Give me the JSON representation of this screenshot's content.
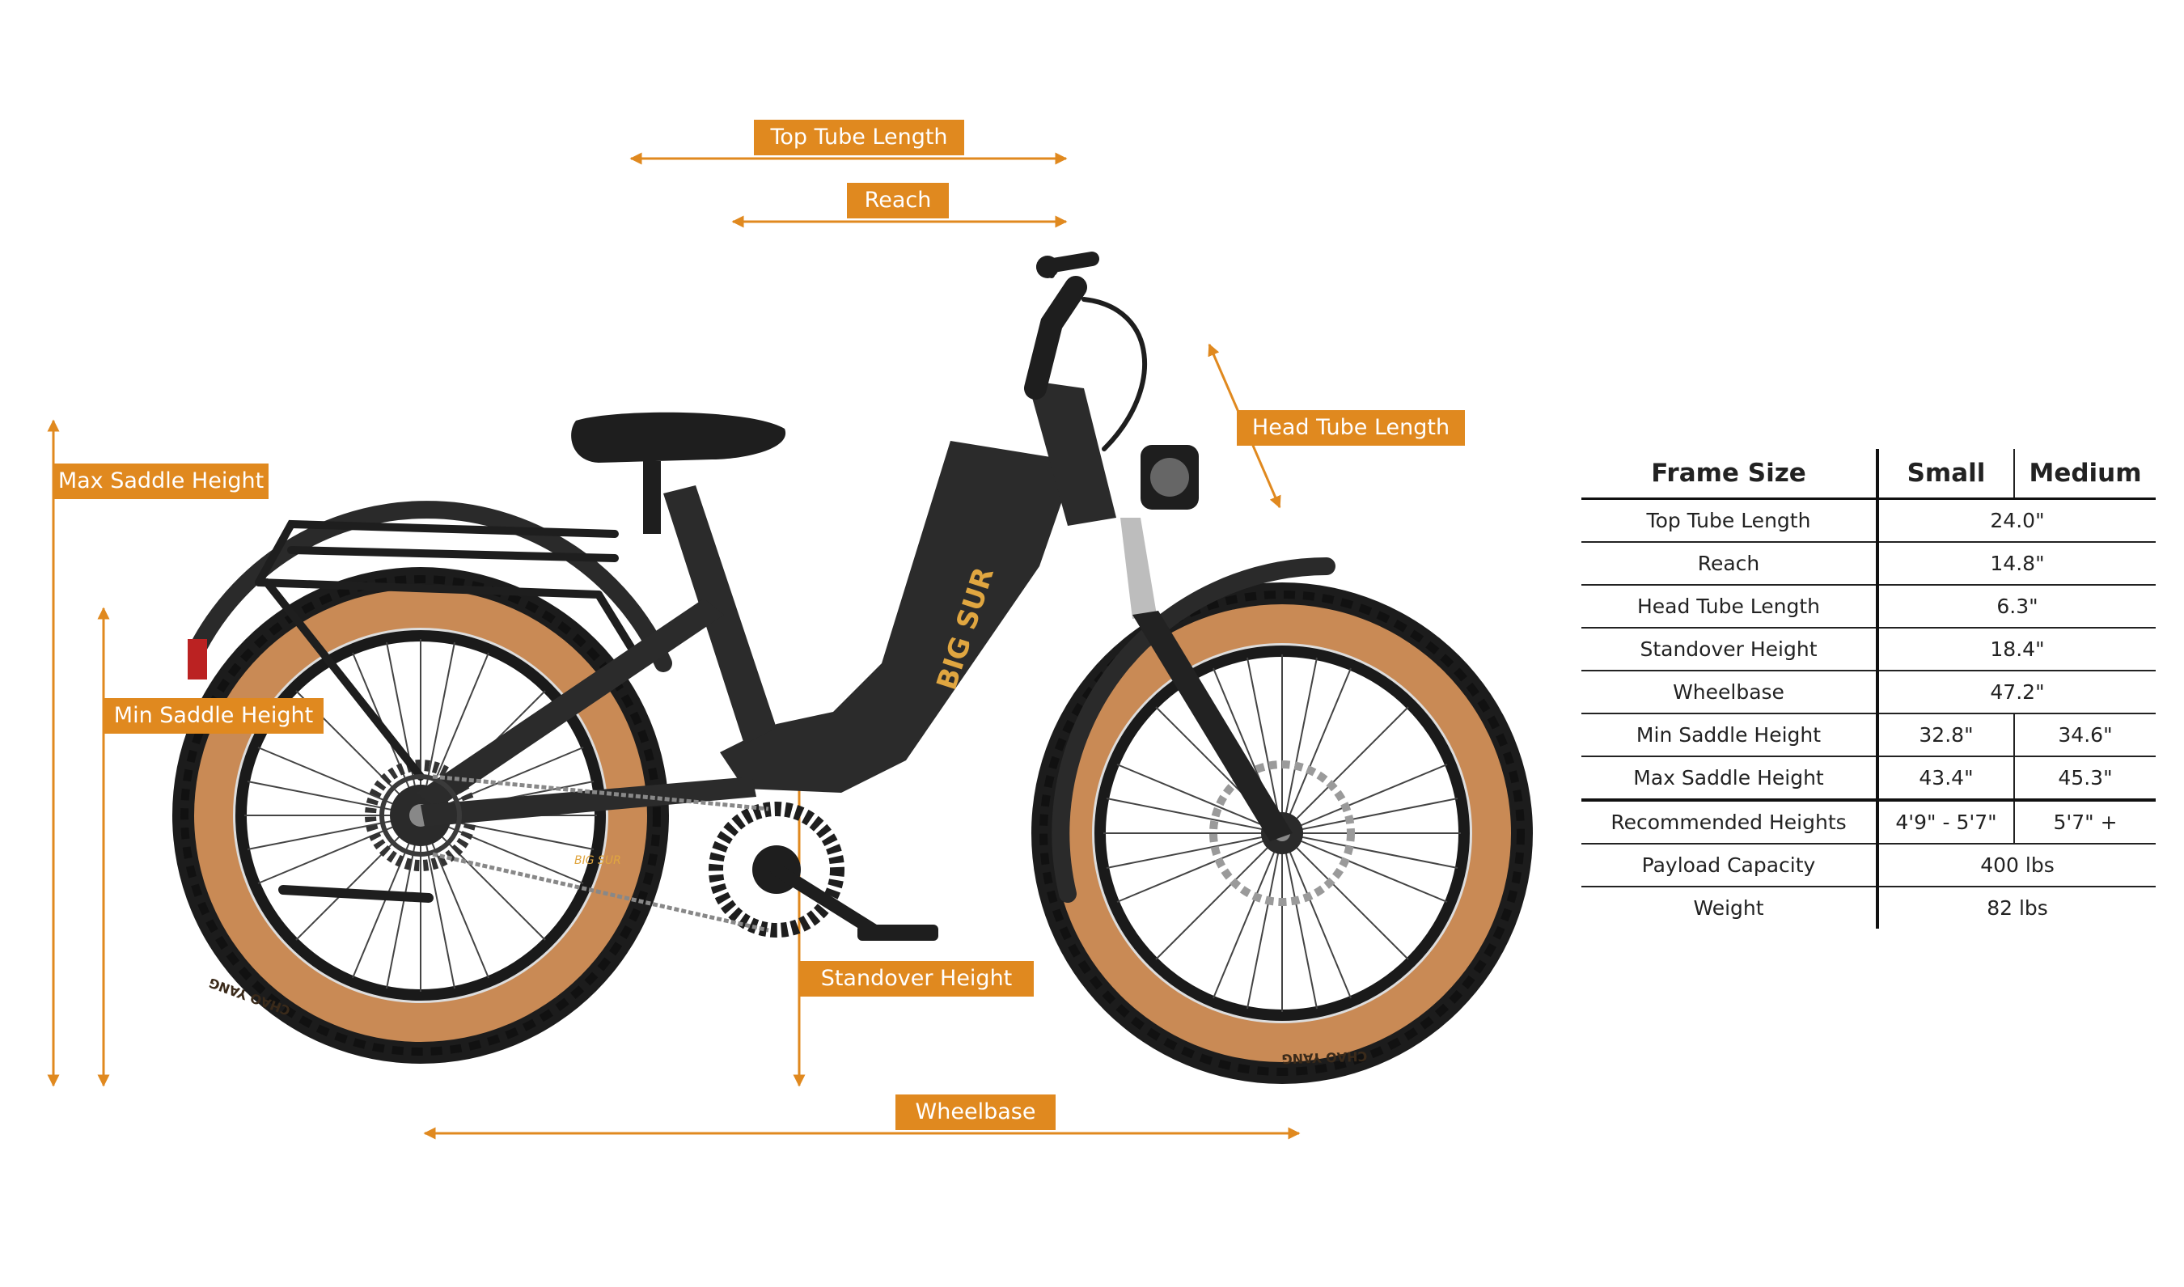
{
  "colors": {
    "accent": "#E0891F",
    "frame": "#2b2b2b",
    "tire": "#C98A55",
    "tread": "#1c1c1c"
  },
  "brand": {
    "frame_logo": "BIG SUR",
    "tire_text": "CHAO YANG"
  },
  "labels": {
    "top_tube_length": "Top Tube Length",
    "reach": "Reach",
    "head_tube_length": "Head Tube Length",
    "max_saddle_height": "Max Saddle Height",
    "min_saddle_height": "Min Saddle Height",
    "standover_height": "Standover Height",
    "wheelbase": "Wheelbase"
  },
  "spec_table": {
    "headers": {
      "frame_size": "Frame Size",
      "small": "Small",
      "medium": "Medium"
    },
    "rows": {
      "top_tube": {
        "label": "Top Tube Length",
        "value": "24.0\""
      },
      "reach": {
        "label": "Reach",
        "value": "14.8\""
      },
      "head_tube": {
        "label": "Head Tube Length",
        "value": "6.3\""
      },
      "standover": {
        "label": "Standover Height",
        "value": "18.4\""
      },
      "wheelbase": {
        "label": "Wheelbase",
        "value": "47.2\""
      },
      "min_saddle": {
        "label": "Min Saddle Height",
        "small": "32.8\"",
        "medium": "34.6\""
      },
      "max_saddle": {
        "label": "Max Saddle Height",
        "small": "43.4\"",
        "medium": "45.3\""
      },
      "recommended": {
        "label": "Recommended Heights",
        "small": "4'9\" - 5'7\"",
        "medium": "5'7\" +"
      },
      "payload": {
        "label": "Payload Capacity",
        "value": "400 lbs"
      },
      "weight": {
        "label": "Weight",
        "value": "82 lbs"
      }
    }
  }
}
